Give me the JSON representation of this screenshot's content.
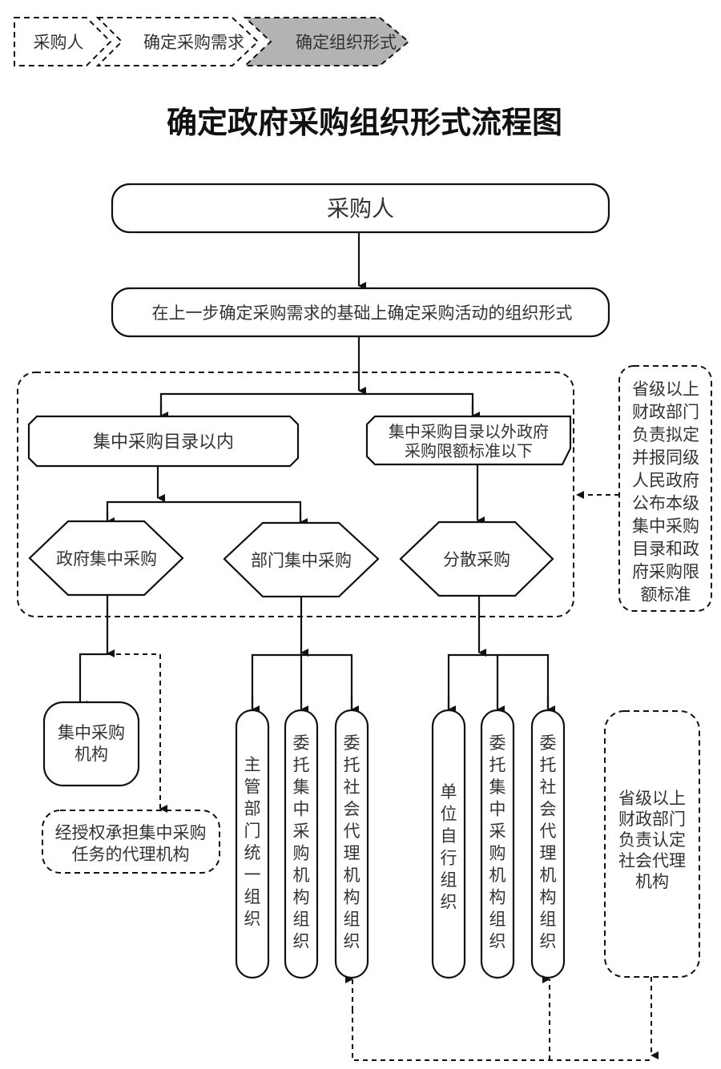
{
  "breadcrumb": {
    "steps": [
      "采购人",
      "确定采购需求",
      "确定组织形式"
    ],
    "active_index": 2,
    "active_fill": "#b3b3b3"
  },
  "title": "确定政府采购组织形式流程图",
  "nodes": {
    "purchaser": "采购人",
    "determine_form": "在上一步确定采购需求的基础上确定采购活动的组织形式",
    "within_catalog": "集中采购目录以内",
    "outside_catalog": [
      "集中采购目录以外政府",
      "采购限额标准以下"
    ],
    "gov_central": "政府集中采购",
    "dept_central": "部门集中采购",
    "decentralized": "分散采购",
    "central_agency": [
      "集中采购",
      "机构"
    ],
    "authorized_agency": [
      "经授权承担集中采购",
      "任务的代理机构"
    ],
    "dept_unified": "主管部门统一组织",
    "entrust_central_1": "委托集中采购机构组织",
    "entrust_social_1": "委托社会代理机构组织",
    "unit_self": "单位自行组织",
    "entrust_central_2": "委托集中采购机构组织",
    "entrust_social_2": "委托社会代理机构组织"
  },
  "notes": {
    "catalog_note": [
      "省级以上",
      "财政部门",
      "负责拟定",
      "并报同级",
      "人民政府",
      "公布本级",
      "集中采购",
      "目录和政",
      "府采购限",
      "额标准"
    ],
    "agency_note": [
      "省级以上",
      "财政部门",
      "负责认定",
      "社会代理",
      "机构"
    ]
  },
  "colors": {
    "stroke": "#111111",
    "text": "#333333"
  }
}
